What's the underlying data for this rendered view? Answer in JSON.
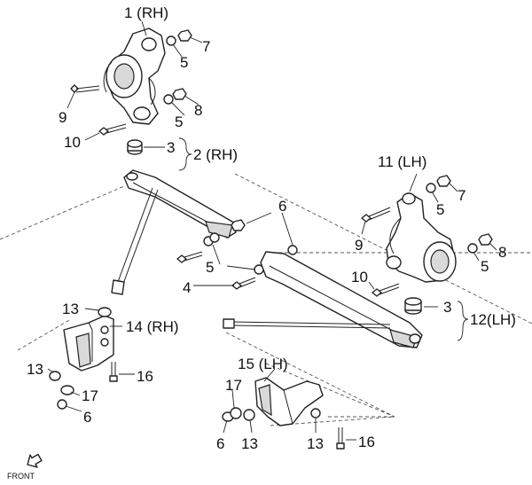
{
  "callouts": {
    "c1": "1 (RH)",
    "c2": "2 (RH)",
    "c3a": "3",
    "c3b": "3",
    "c4": "4",
    "c5a": "5",
    "c5b": "5",
    "c5c": "5",
    "c5d": "5",
    "c5e": "5",
    "c6a": "6",
    "c6b": "6",
    "c6c": "6",
    "c7a": "7",
    "c7b": "7",
    "c8a": "8",
    "c8b": "8",
    "c9a": "9",
    "c9b": "9",
    "c10a": "10",
    "c10b": "10",
    "c11": "11 (LH)",
    "c12": "12(LH)",
    "c13a": "13",
    "c13b": "13",
    "c13c": "13",
    "c13d": "13",
    "c14": "14 (RH)",
    "c15": "15 (LH)",
    "c16a": "16",
    "c16b": "16",
    "c17a": "17",
    "c17b": "17"
  },
  "front_label": "FRONT",
  "icons": [
    "front-arrow-icon"
  ],
  "colors": {
    "line": "#222222",
    "background": "#ffffff"
  }
}
